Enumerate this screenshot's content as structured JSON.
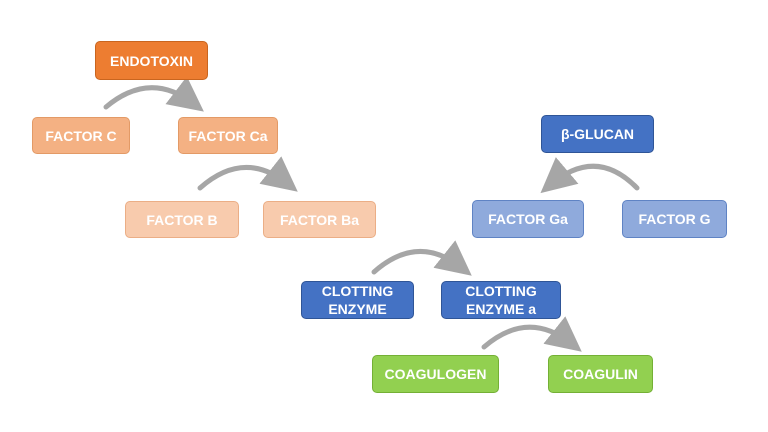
{
  "nodes": {
    "endotoxin": "ENDOTOXIN",
    "factor_c": "FACTOR C",
    "factor_ca": "FACTOR Ca",
    "factor_b": "FACTOR B",
    "factor_ba": "FACTOR Ba",
    "beta_glucan": "β-GLUCAN",
    "factor_ga": "FACTOR Ga",
    "factor_g": "FACTOR G",
    "clotting_enzyme_line1": "CLOTTING",
    "clotting_enzyme_line2": "ENZYME",
    "clotting_enzyme_a_line1": "CLOTTING",
    "clotting_enzyme_a_line2": "ENZYME a",
    "coagulogen": "COAGULOGEN",
    "coagulin": "COAGULIN"
  },
  "colors": {
    "endotoxin": "#ED7D31",
    "factor_c": "#F4B183",
    "factor_b": "#F8CBAD",
    "glucan": "#4472C4",
    "factor_g": "#8FAADC",
    "clotting_enzyme": "#4472C4",
    "coagulogen": "#92D050",
    "arrow": "#A6A6A6"
  }
}
